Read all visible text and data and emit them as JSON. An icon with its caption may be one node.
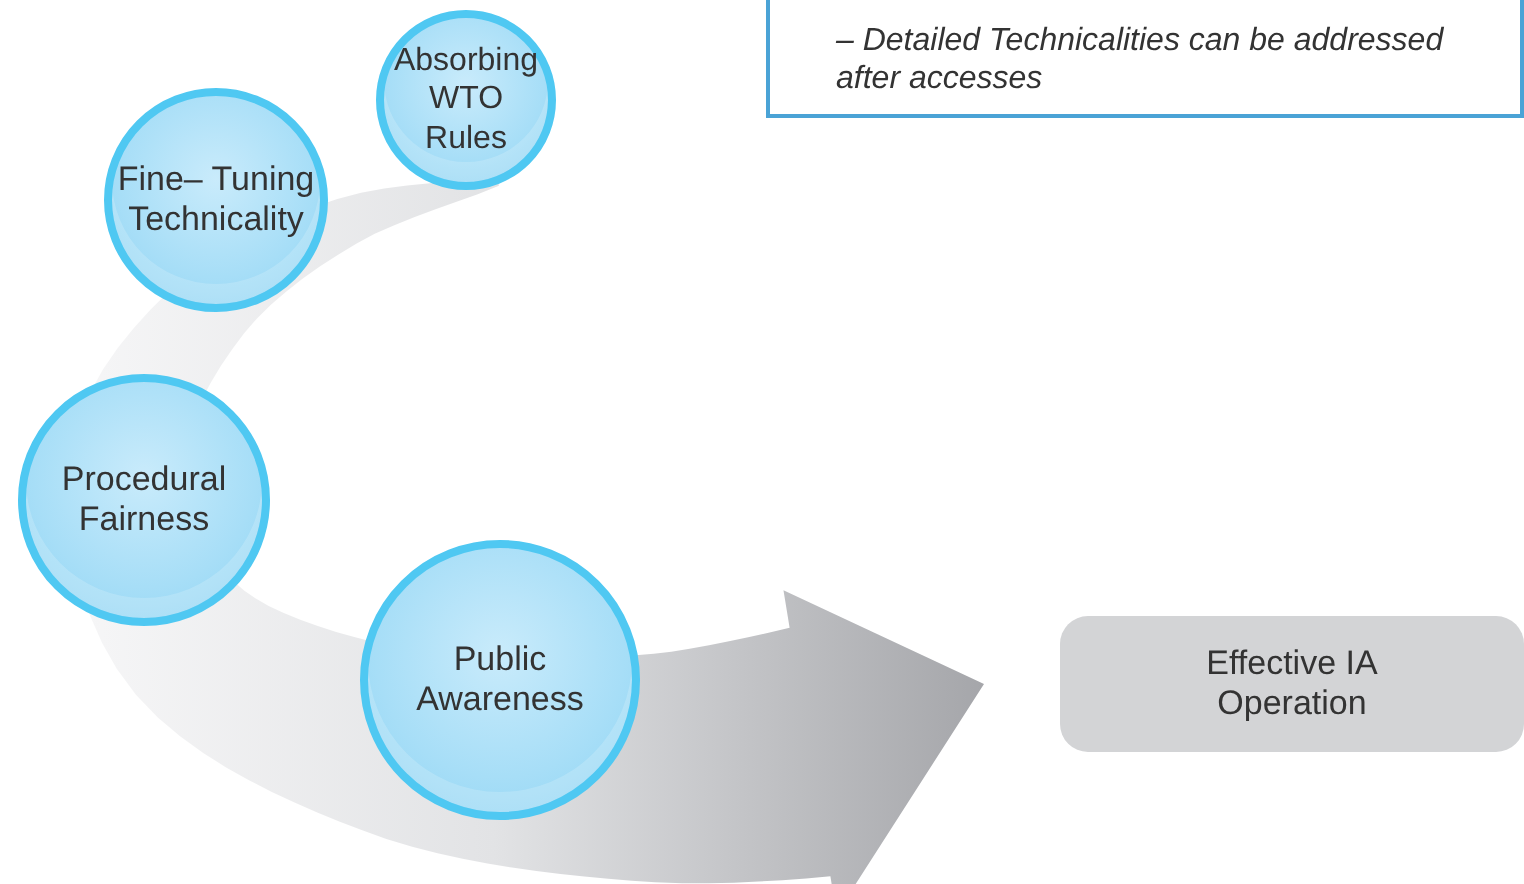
{
  "diagram": {
    "nodes": [
      {
        "text": [
          "– Detailed Technicalities can be addressed after accesses"
        ]
      },
      {
        "text": [
          "Absorbing WTO Rules"
        ]
      },
      {
        "text": [
          "Fine– Tuning Technicality"
        ]
      },
      {
        "text": [
          "Procedural Fairness"
        ]
      },
      {
        "text": [
          "Public Awareness"
        ]
      },
      {
        "text": [
          "Effective IA Operation"
        ]
      }
    ],
    "edges": [
      {
        "from": 1,
        "to": 5,
        "arrow": "to",
        "style": "thick"
      }
    ]
  }
}
